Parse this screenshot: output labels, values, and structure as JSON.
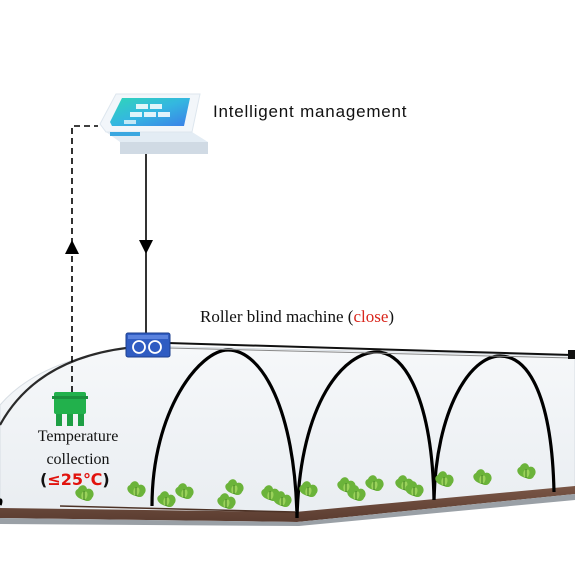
{
  "management": {
    "label": "Intelligent management"
  },
  "roller": {
    "label": "Roller blind machine",
    "state": "close",
    "open_paren": "(",
    "close_paren": ")"
  },
  "sensor": {
    "label": "Temperature collection",
    "value": "≤25℃",
    "open_paren": "(",
    "close_paren": ")"
  },
  "colors": {
    "accent_red": "#e1130e",
    "device_blue": "#2f5cc2",
    "sensor_green": "#22b14c",
    "soil_brown": "#6b4a3a",
    "arch_black": "#000000"
  },
  "icons": [
    "cloud-server-icon",
    "roller-motor-icon",
    "temperature-sensor-icon",
    "arrow-up-icon",
    "arrow-down-icon",
    "lettuce-plant-icon"
  ]
}
